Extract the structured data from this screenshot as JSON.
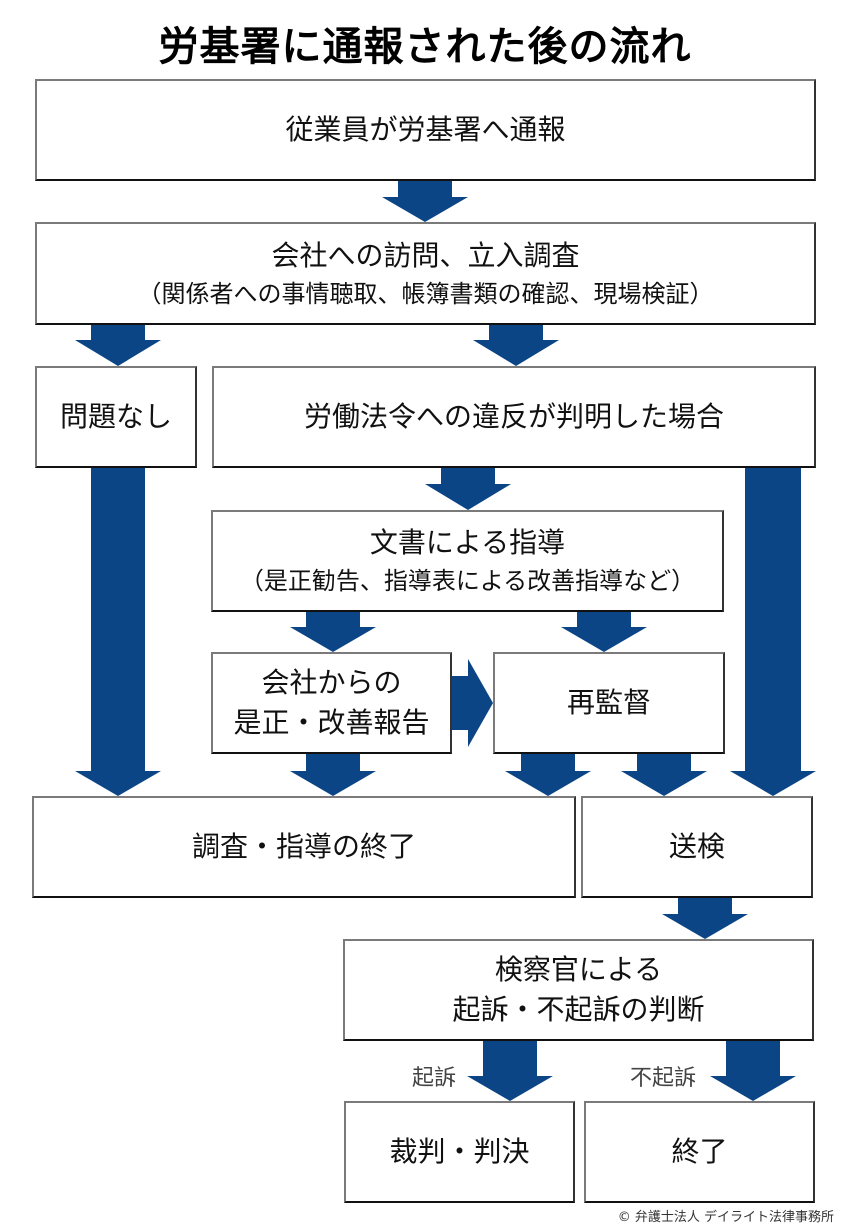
{
  "title": "労基署に通報された後の流れ",
  "colors": {
    "arrow": "#0b4585",
    "border": "#7a7a7a",
    "text": "#111111"
  },
  "boxes": {
    "report": {
      "line1": "従業員が労基署へ通報"
    },
    "inspection": {
      "line1": "会社への訪問、立入調査",
      "line2": "（関係者への事情聴取、帳簿書類の確認、現場検証）"
    },
    "no_issue": {
      "line1": "問題なし"
    },
    "violation": {
      "line1": "労働法令への違反が判明した場合"
    },
    "written_guidance": {
      "line1": "文書による指導",
      "line2": "（是正勧告、指導表による改善指導など）"
    },
    "company_report": {
      "line1": "会社からの",
      "line2": "是正・改善報告"
    },
    "reinspection": {
      "line1": "再監督"
    },
    "end_of_investigation": {
      "line1": "調査・指導の終了"
    },
    "referral": {
      "line1": "送検"
    },
    "prosecutor": {
      "line1": "検察官による",
      "line2": "起訴・不起訴の判断"
    },
    "trial": {
      "line1": "裁判・判決"
    },
    "end": {
      "line1": "終了"
    }
  },
  "labels": {
    "indict": "起訴",
    "no_indict": "不起訴"
  },
  "credit": "© 弁護士法人 デイライト法律事務所"
}
